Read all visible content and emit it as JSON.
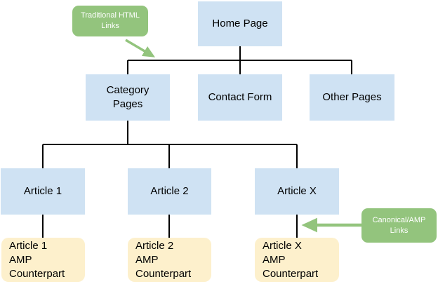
{
  "diagram": {
    "pages": {
      "home": "Home Page",
      "category": "Category\nPages",
      "contact": "Contact Form",
      "other": "Other Pages",
      "article1": "Article 1",
      "article2": "Article 2",
      "articleX": "Article X"
    },
    "amp_pages": {
      "amp1": "Article 1\nAMP\nCounterpart",
      "amp2": "Article 2\nAMP\nCounterpart",
      "ampX": "Article X\nAMP\nCounterpart"
    },
    "callouts": {
      "traditional": "Traditional HTML\nLinks",
      "canonical": "Canonical/AMP\nLinks"
    },
    "colors": {
      "page_fill": "#cfe2f3",
      "amp_fill": "#fdf0cc",
      "callout_fill": "#93c47d",
      "callout_text": "#ffffff",
      "connector": "#000000",
      "background": "#ffffff"
    }
  }
}
